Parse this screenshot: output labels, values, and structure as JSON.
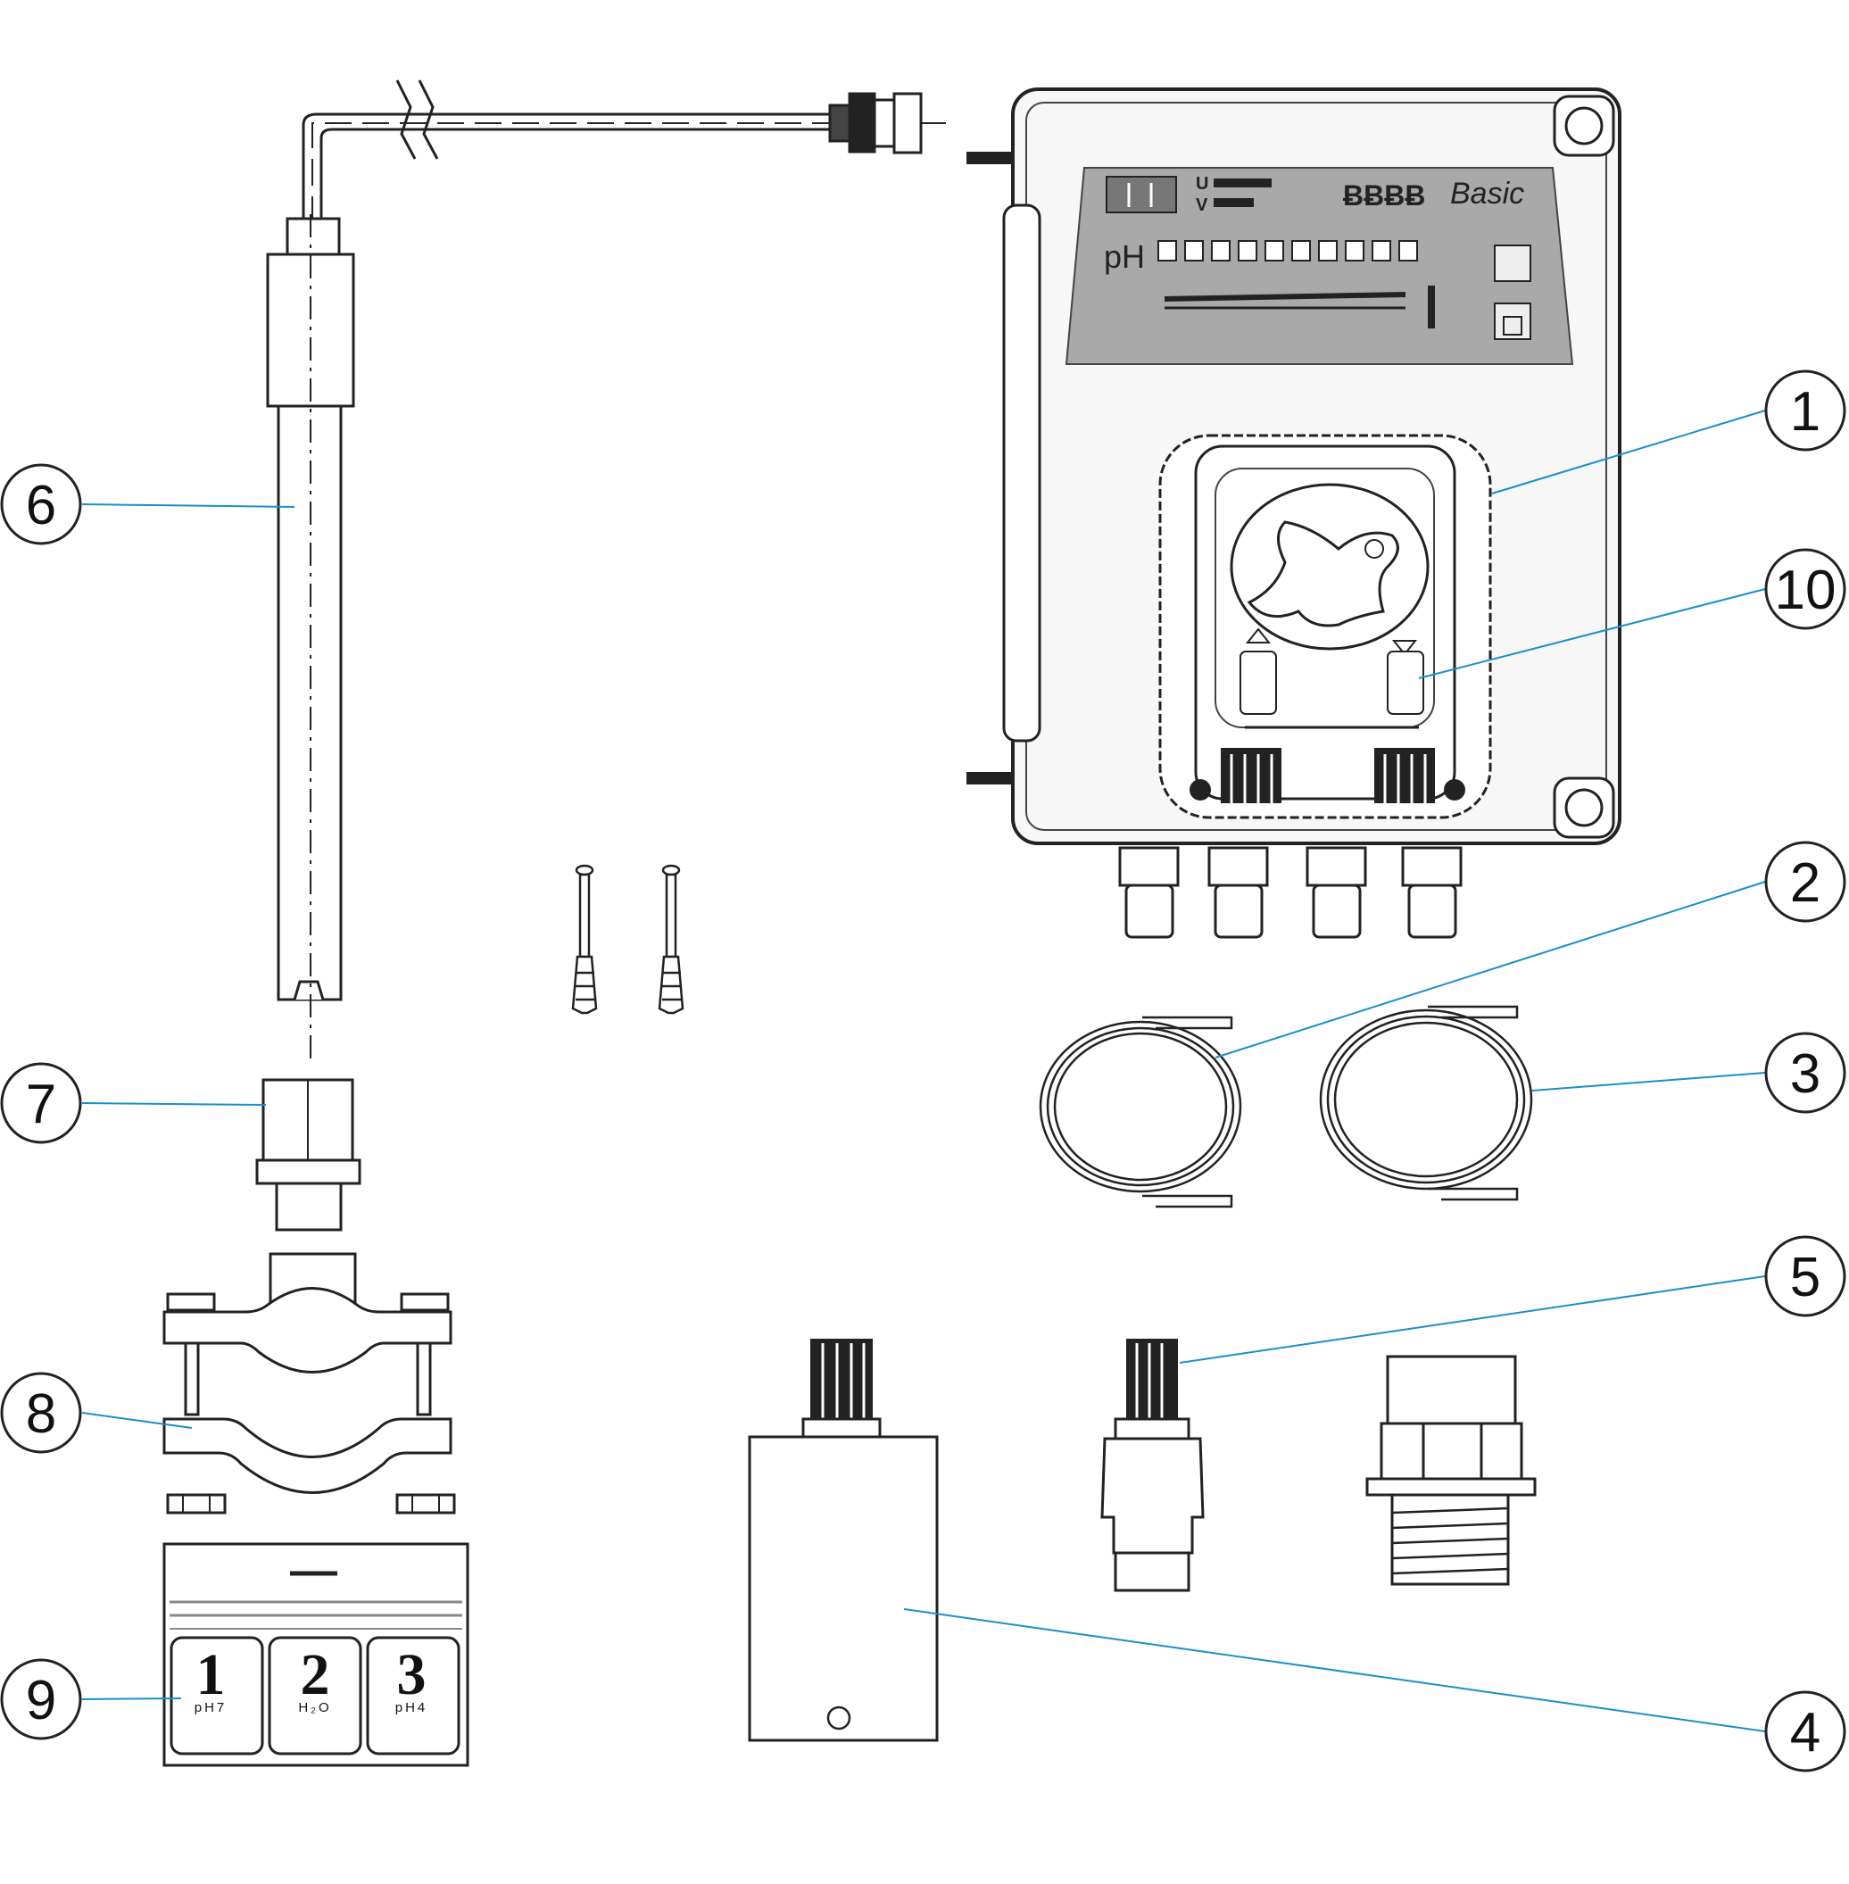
{
  "callouts": [
    {
      "id": "1",
      "label": "1",
      "part": "dosing-pump-unit"
    },
    {
      "id": "2",
      "label": "2",
      "part": "tube-coil-a"
    },
    {
      "id": "3",
      "label": "3",
      "part": "tube-coil-b"
    },
    {
      "id": "4",
      "label": "4",
      "part": "probe-holder-box"
    },
    {
      "id": "5",
      "label": "5",
      "part": "injection-valve"
    },
    {
      "id": "6",
      "label": "6",
      "part": "ph-probe"
    },
    {
      "id": "7",
      "label": "7",
      "part": "probe-adapter"
    },
    {
      "id": "8",
      "label": "8",
      "part": "pipe-saddle-clamp"
    },
    {
      "id": "9",
      "label": "9",
      "part": "buffer-solution-set"
    },
    {
      "id": "10",
      "label": "10",
      "part": "pump-head"
    }
  ],
  "pump": {
    "ph_label": "pH",
    "u_label": "U",
    "v_label": "V",
    "brand_bold": "ɃɃɃɃ",
    "brand_script": "Basic"
  },
  "buffers": [
    {
      "number": "1",
      "sub": "pH7"
    },
    {
      "number": "2",
      "sub": "H₂O"
    },
    {
      "number": "3",
      "sub": "pH4"
    }
  ],
  "colors": {
    "leader": "#1a8fc9",
    "outline": "#222222",
    "panel": "#a9a9a9"
  }
}
